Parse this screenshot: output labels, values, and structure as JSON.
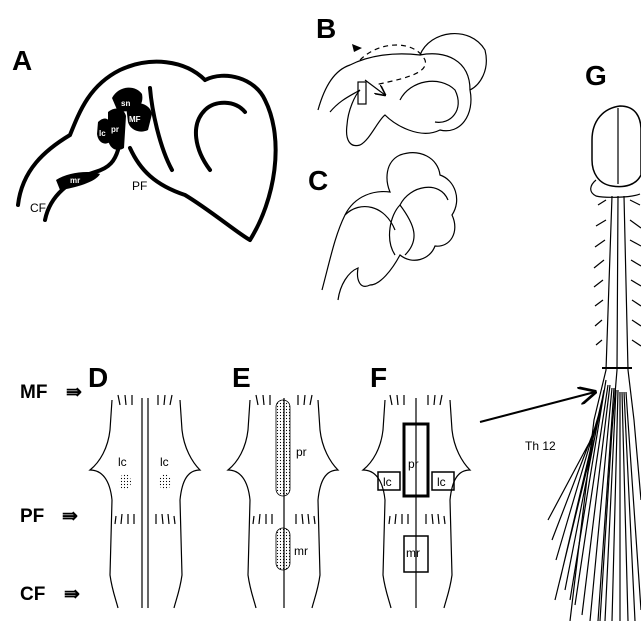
{
  "panels": {
    "A": {
      "letter": "A",
      "labels": {
        "sn": "sn",
        "pr": "pr",
        "MF": "MF",
        "lc": "lc",
        "mr": "mr",
        "PF": "PF",
        "CF": "CF"
      }
    },
    "B": {
      "letter": "B"
    },
    "C": {
      "letter": "C"
    },
    "D": {
      "letter": "D",
      "lc_left": "lc",
      "lc_right": "lc"
    },
    "E": {
      "letter": "E",
      "pr": "pr",
      "mr": "mr"
    },
    "F": {
      "letter": "F",
      "pr": "pr",
      "mr": "mr",
      "lc_left": "lc",
      "lc_right": "lc"
    },
    "G": {
      "letter": "G",
      "vertebra": "Th 12"
    }
  },
  "flexures": {
    "MF": "MF",
    "PF": "PF",
    "CF": "CF"
  },
  "arrow_glyph": "⇛"
}
